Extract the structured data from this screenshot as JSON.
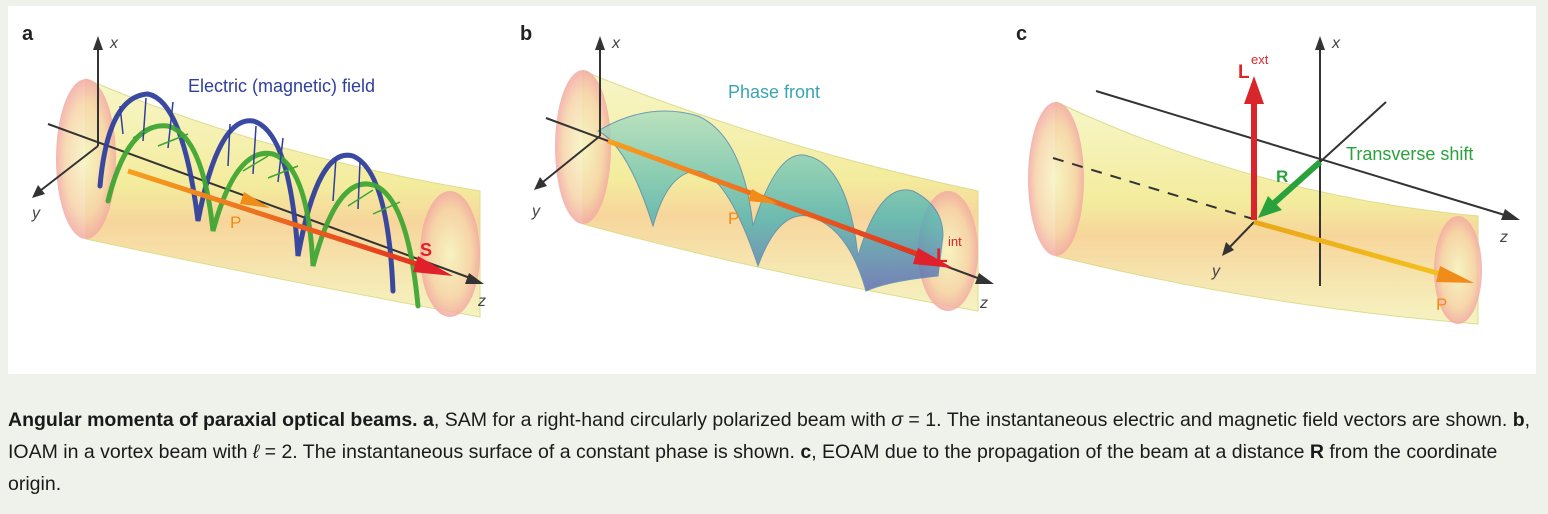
{
  "panels": [
    {
      "letter": "a",
      "axes": {
        "x": "x",
        "y": "y",
        "z": "z"
      },
      "label": "Electric (magnetic) field",
      "vectors": [
        "P",
        "S"
      ]
    },
    {
      "letter": "b",
      "axes": {
        "x": "x",
        "y": "y",
        "z": "z"
      },
      "label": "Phase front",
      "vectors": [
        "P",
        "L",
        "int"
      ]
    },
    {
      "letter": "c",
      "axes": {
        "x": "x",
        "y": "y",
        "z": "z"
      },
      "label": "Transverse shift",
      "vectors": [
        "L",
        "ext",
        "R",
        "P"
      ]
    }
  ],
  "caption": {
    "title": "Angular momenta of paraxial optical beams.",
    "a_letter": "a",
    "a_text_1": ", SAM for a right-hand circularly polarized beam with ",
    "sigma": "σ",
    "a_text_2": " = 1. The instantaneous electric and magnetic field vectors are shown. ",
    "b_letter": "b",
    "b_text_1": ", IOAM in a vortex beam with ",
    "ell": "ℓ",
    "b_text_2": " = 2. The instantaneous surface of a constant phase is shown. ",
    "c_letter": "c",
    "c_text_1": ", EOAM due to the propagation of the beam at a distance ",
    "R": "R",
    "c_text_2": " from the coordinate origin."
  },
  "colors": {
    "beam": "#f3f2a6",
    "electric": "#2f3f9c",
    "magnetic": "#3fa534",
    "phase_front": "#3aa4b4",
    "P": "#f08c1a",
    "S": "#e0202a",
    "L": "#d9262b",
    "R": "#2aa23c"
  }
}
